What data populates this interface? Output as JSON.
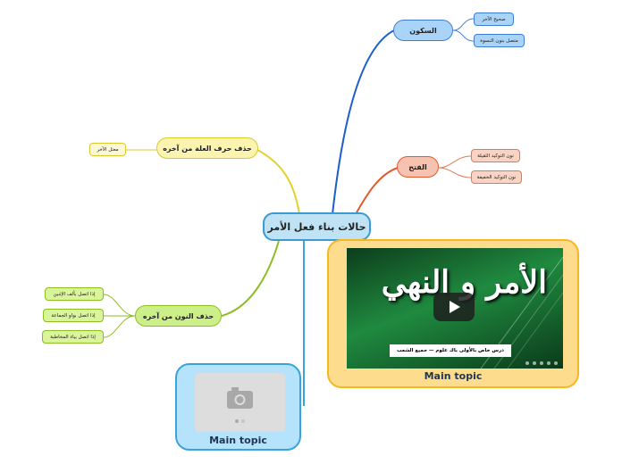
{
  "root": {
    "label": "حالات بناء فعل الأمر"
  },
  "branches": {
    "sukun": {
      "label": "السكون",
      "children": [
        "صحيح الآخر",
        "متصل بنون النسوة"
      ],
      "color": "#3f7fd3"
    },
    "fath": {
      "label": "الفتح",
      "children": [
        "نون التوكيد الثقيلة",
        "نون التوكيد الخفيفة"
      ],
      "color": "#e05a2a"
    },
    "hadhf_illa": {
      "label": "حذف حرف العلة من آخره",
      "children": [
        "معتل الآخر"
      ],
      "color": "#d9c92c"
    },
    "hadhf_nun": {
      "label": "حذف النون من آخره",
      "children": [
        "إذا اتصل بألف الإثنين",
        "إذا اتصل بواو الجماعة",
        "إذا اتصل بياء المخاطبة"
      ],
      "color": "#8dbe20"
    }
  },
  "video_card": {
    "title_text": "الأمر و النهي",
    "caption": "درس خاص بالأولى باك علوم — جميع الشعب",
    "label": "Main topic"
  },
  "image_card": {
    "label": "Main topic"
  }
}
